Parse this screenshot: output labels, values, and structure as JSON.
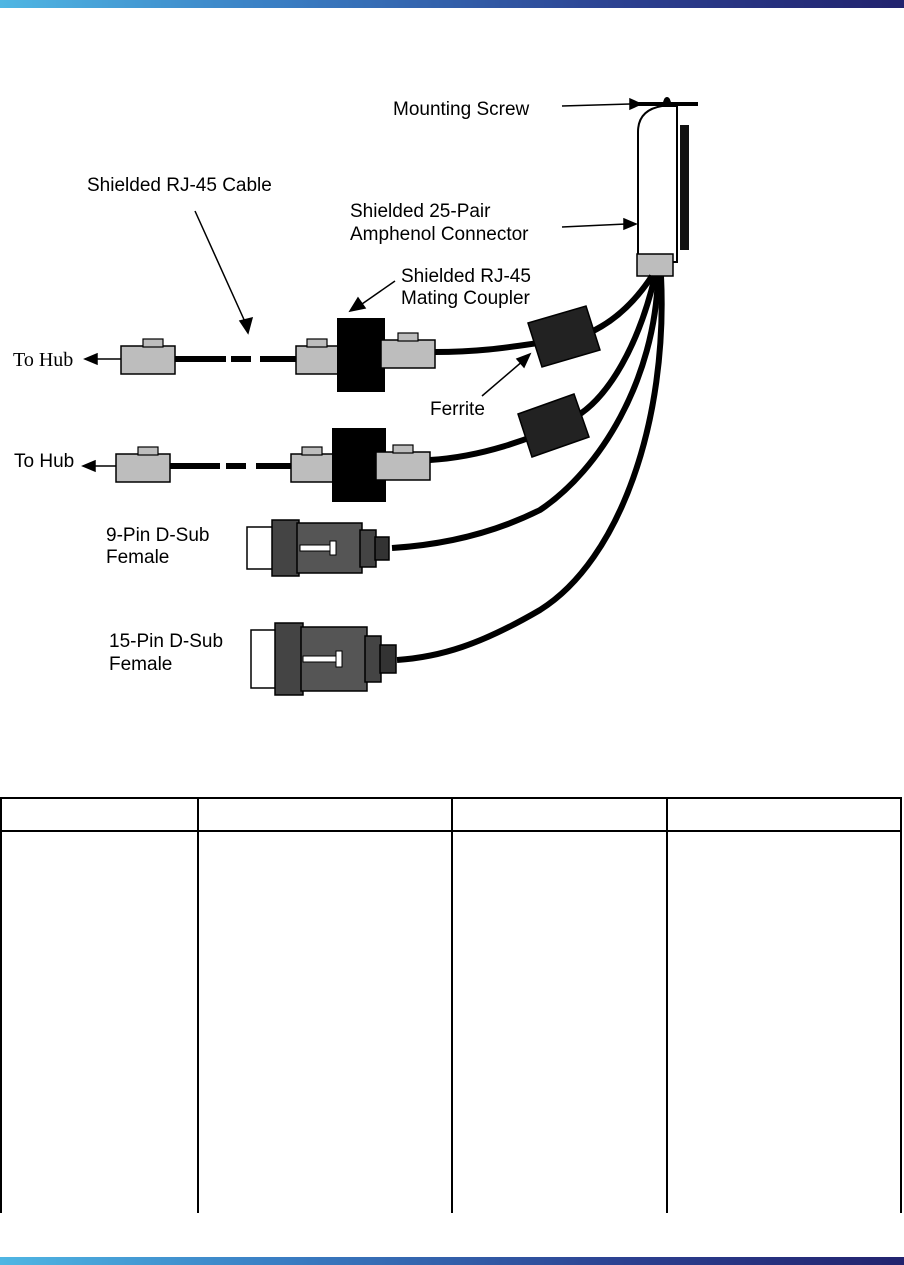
{
  "labels": {
    "mounting_screw": "Mounting Screw",
    "rj45_cable": "Shielded RJ-45 Cable",
    "amphenol_line1": "Shielded 25-Pair",
    "amphenol_line2": "Amphenol Connector",
    "coupler_line1": "Shielded RJ-45",
    "coupler_line2": "Mating Coupler",
    "to_hub_1": "To Hub",
    "to_hub_2": "To Hub",
    "ferrite": "Ferrite",
    "dsub9_line1": "9-Pin D-Sub",
    "dsub9_line2": "Female",
    "dsub15_line1": "15-Pin D-Sub",
    "dsub15_line2": "Female"
  },
  "table": {
    "columns": [
      "",
      "",
      "",
      ""
    ],
    "rows": [
      [
        "",
        "",
        "",
        ""
      ]
    ]
  }
}
